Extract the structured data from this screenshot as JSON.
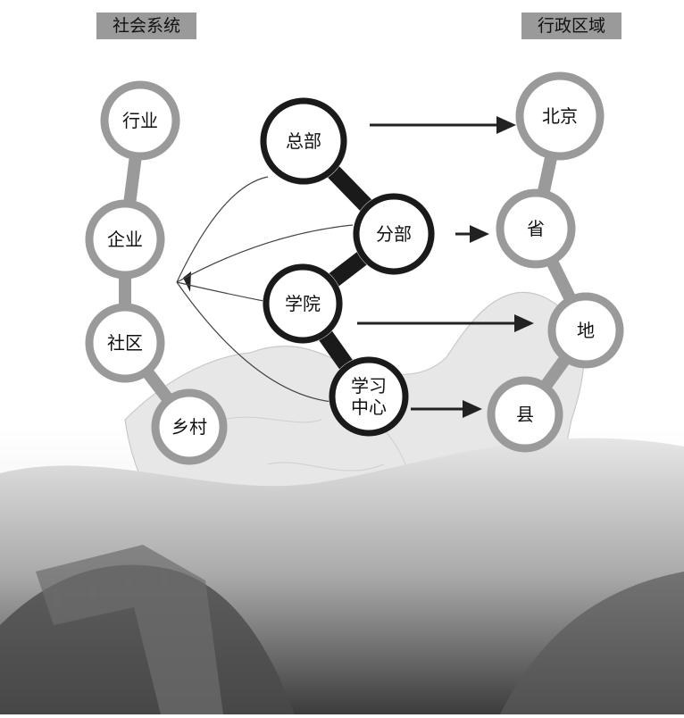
{
  "headers": {
    "social_system": "社会系统",
    "administrative_region": "行政区域"
  },
  "social_nodes": [
    "行业",
    "企业",
    "社区",
    "乡村"
  ],
  "org_nodes": [
    {
      "id": "hq",
      "lines": [
        "总部"
      ]
    },
    {
      "id": "branch",
      "lines": [
        "分部"
      ]
    },
    {
      "id": "college",
      "lines": [
        "学院"
      ]
    },
    {
      "id": "center",
      "lines": [
        "学习",
        "中心"
      ]
    }
  ],
  "region_nodes": [
    "北京",
    "省",
    "地",
    "县"
  ],
  "colors": {
    "org_ring": "#1a1a1a",
    "side_ring": "#9a9a9a",
    "arrow": "#222222",
    "map_fill": "#dcdcdc",
    "ground": "#8a8a8a"
  }
}
